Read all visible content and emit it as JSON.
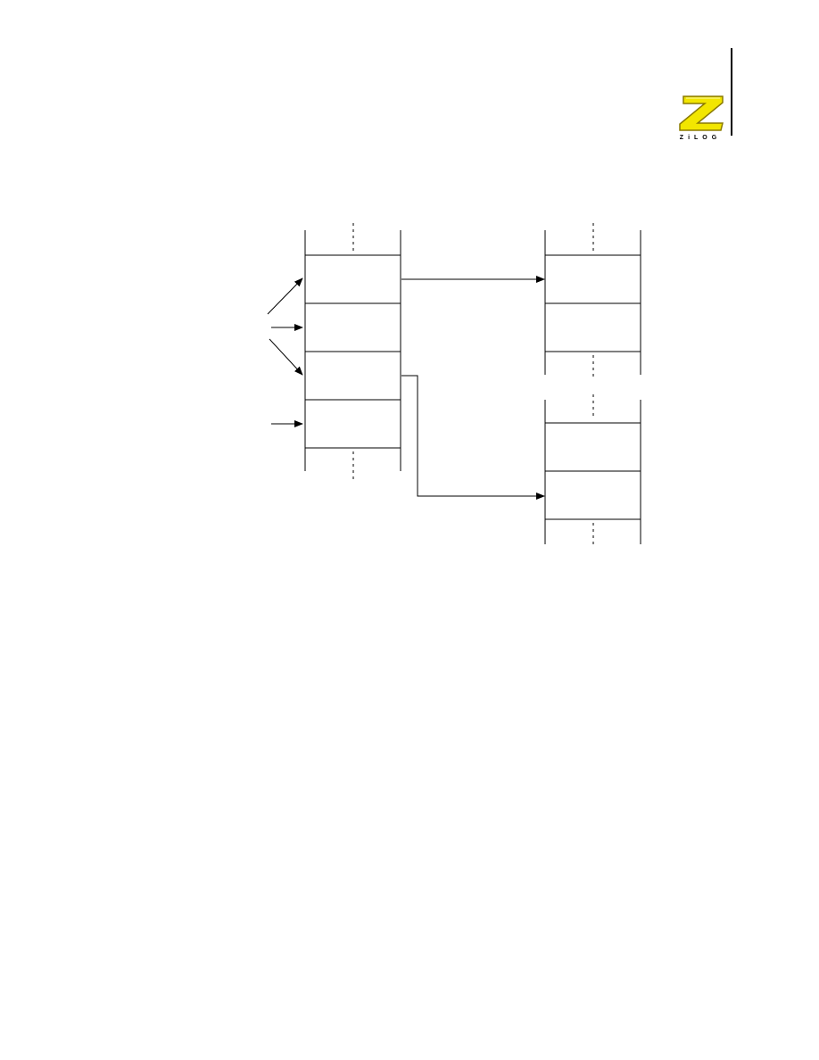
{
  "header": {
    "logo": {
      "icon": "zilog-z-logo-icon",
      "letter": "Z",
      "wordmark": "ZiLOG",
      "colors": {
        "fill": "#f2e600",
        "outline": "#8a7a00"
      }
    }
  },
  "diagram": {
    "icon": "memory-pointer-diagram",
    "colors": {
      "line": "#000000",
      "background": "#ffffff"
    }
  }
}
